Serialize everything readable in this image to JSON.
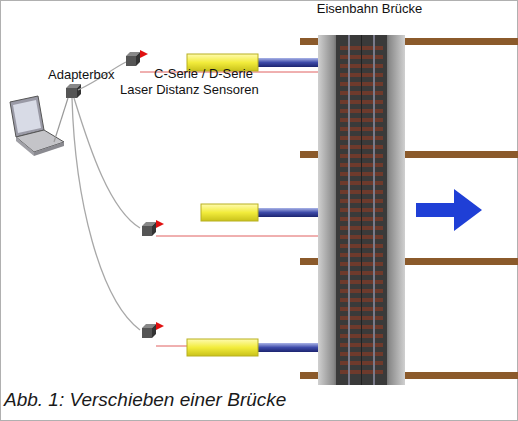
{
  "diagram": {
    "caption": "Abb. 1: Verschieben einer Brücke",
    "nodes": [
      {
        "text": [
          "Eisenbahn Brücke"
        ]
      }
    ],
    "labels": [
      "Adapterbox",
      "C-Serie / D-Serie Laser Distanz Sensoren"
    ]
  }
}
